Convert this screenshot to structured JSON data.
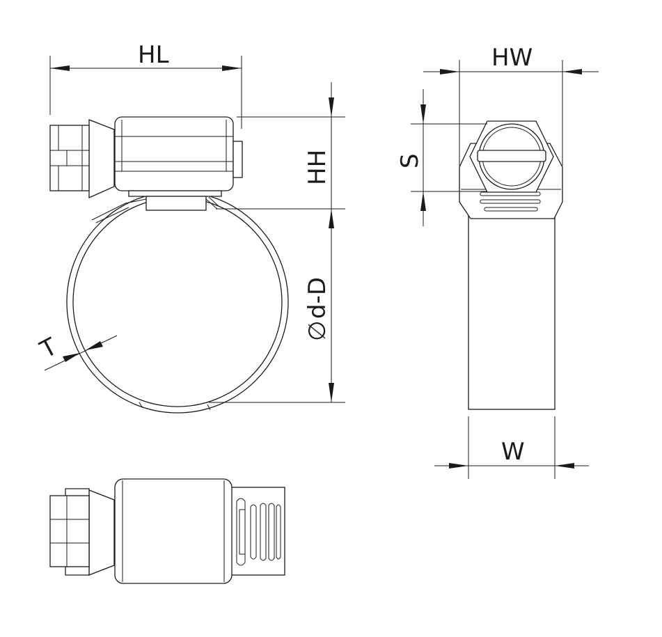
{
  "labels": {
    "hl": "HL",
    "hh": "HH",
    "dia_symbol": "∅",
    "dD": "d-D",
    "t": "T",
    "hw": "HW",
    "s": "S",
    "w": "W"
  }
}
